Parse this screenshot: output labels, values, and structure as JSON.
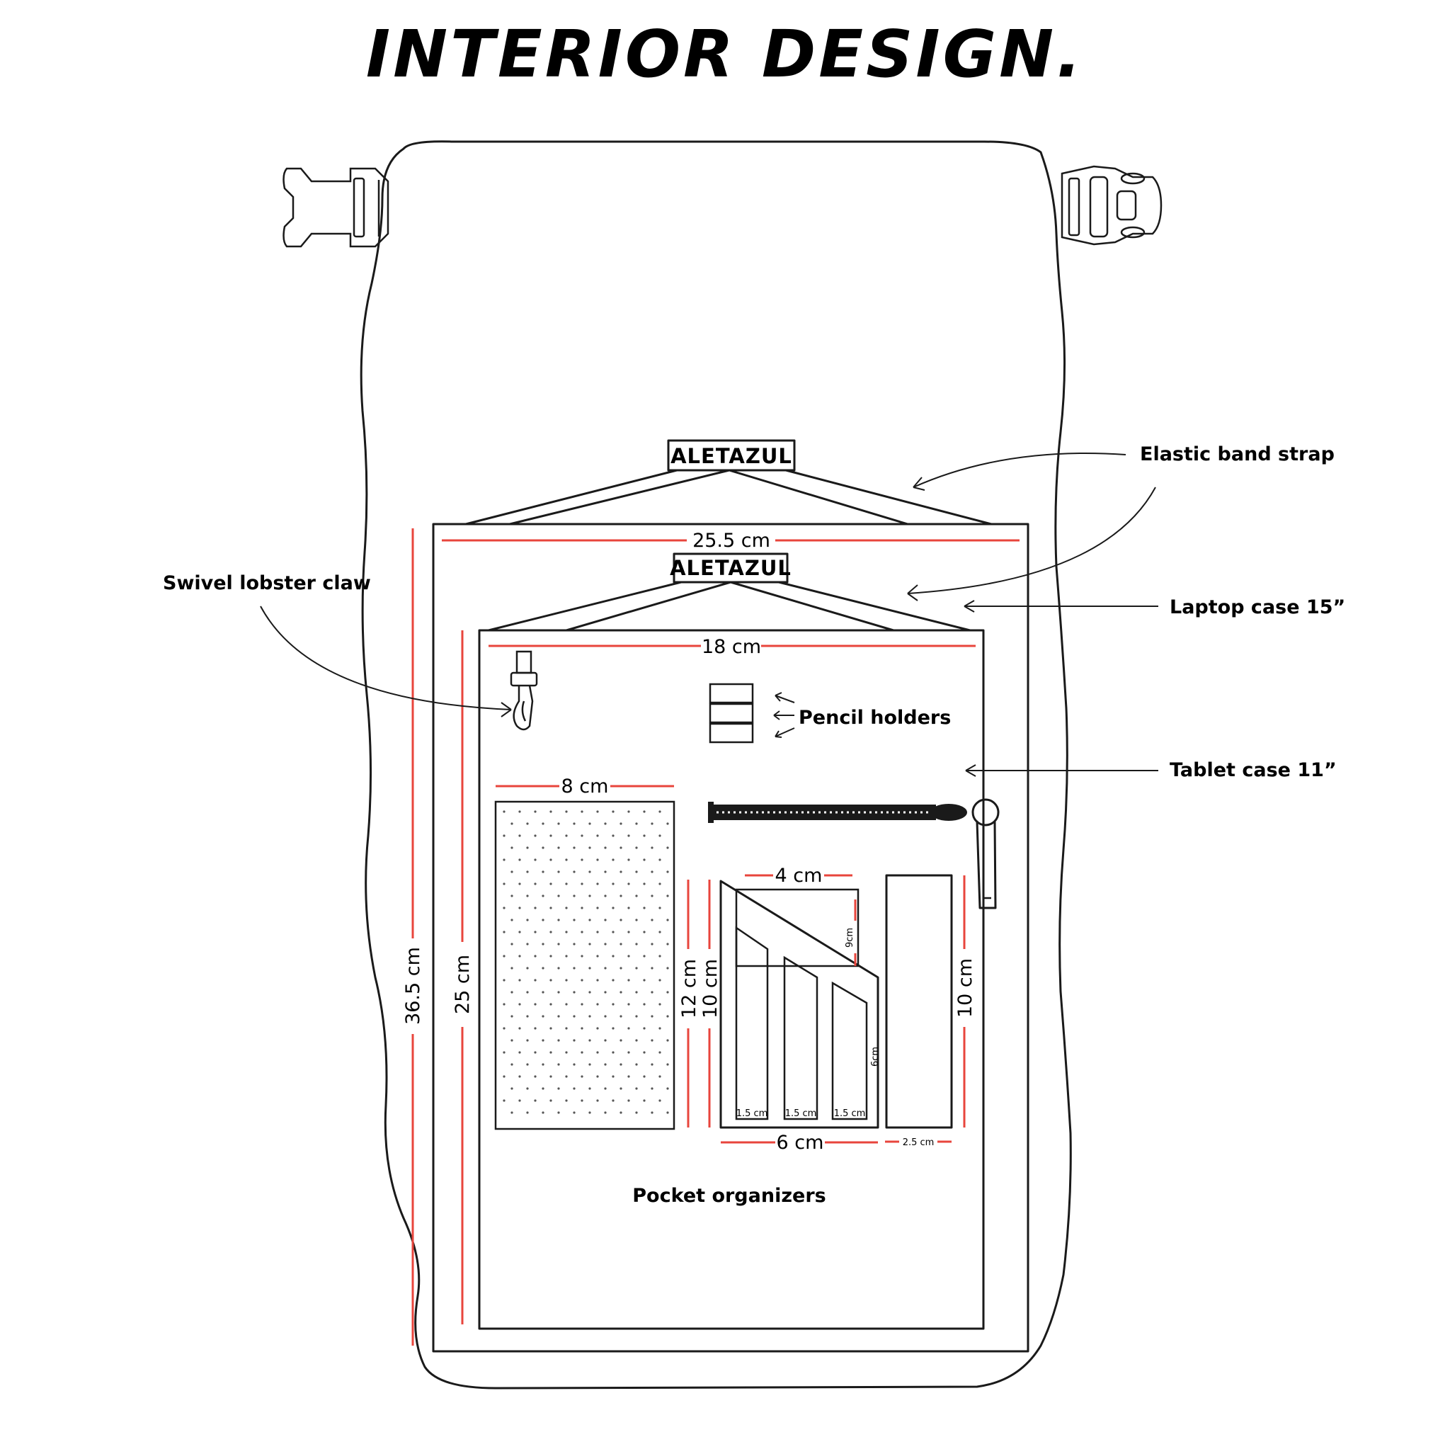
{
  "title": "INTERIOR DESIGN.",
  "labels": {
    "brand": "ALETAZUL",
    "elastic_band": "Elastic band strap",
    "laptop_case": "Laptop case 15”",
    "tablet_case": "Tablet case 11”",
    "lobster_claw": "Swivel lobster claw",
    "pencil_holders": "Pencil holders",
    "pocket_organizers": "Pocket organizers"
  },
  "dimensions": {
    "laptop_width": "25.5 cm",
    "laptop_height": "36.5 cm",
    "tablet_width": "18 cm",
    "tablet_height": "25 cm",
    "mesh_width": "8 cm",
    "pocket_top_width": "4 cm",
    "pocket_outer_height": "12 cm",
    "pocket_inner_height": "10 cm",
    "pocket_slant": "9cm",
    "slot_height": "6cm",
    "slot_1": "1.5 cm",
    "slot_2": "1.5 cm",
    "slot_3": "1.5 cm",
    "pocket_bottom_width": "6 cm",
    "narrow_pocket_width": "2.5 cm",
    "narrow_pocket_height": "10 cm"
  },
  "colors": {
    "line": "#1a1a1a",
    "dimension": "#e8453c",
    "background": "#ffffff"
  }
}
